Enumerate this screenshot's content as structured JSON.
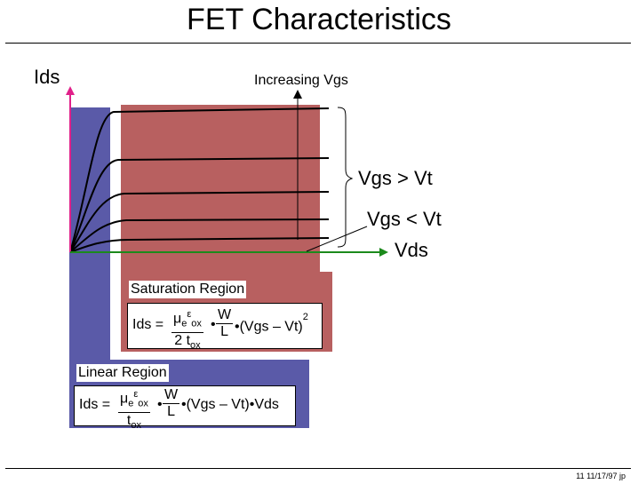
{
  "title": "FET Characteristics",
  "axes": {
    "y_label": "Ids",
    "x_label": "Vds",
    "increasing_label": "Increasing Vgs",
    "brace_label": "Vgs > Vt",
    "bottom_curve_label": "Vgs < Vt"
  },
  "colors": {
    "saturation_region": "#b86060",
    "linear_region": "#5a5aa8",
    "y_axis_arrow": "#e0208a",
    "x_axis_arrow": "#1c8a1c"
  },
  "saturation": {
    "title": "Saturation Region",
    "lhs": "Ids",
    "eq": "=",
    "num_mu": "μ",
    "num_mu_sub": "e",
    "num_eps": "ε",
    "num_eps_sub": "ox",
    "den_coef": "2 t",
    "den_sub": "ox",
    "dot1": "•",
    "w": "W",
    "l": "L",
    "rest": "•(Vgs – Vt)",
    "exp": "2"
  },
  "linear": {
    "title": "Linear Region",
    "lhs": "Ids",
    "eq": "=",
    "num_mu": "μ",
    "num_mu_sub": "e",
    "num_eps": "ε",
    "num_eps_sub": "ox",
    "den_coef": "t",
    "den_sub": "ox",
    "dot1": "•",
    "w": "W",
    "l": "L",
    "rest": "•(Vgs – Vt)•Vds"
  },
  "footer": "11    11/17/97  jp"
}
